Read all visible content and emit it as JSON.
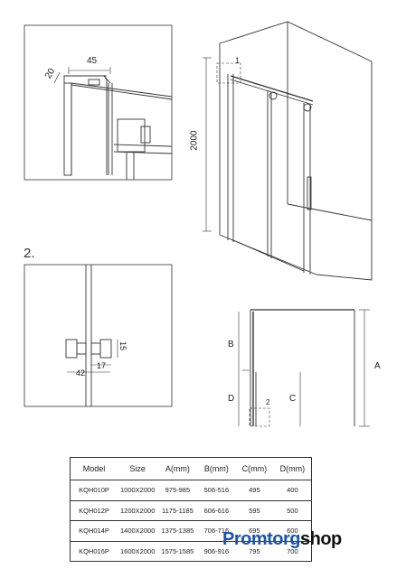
{
  "detail1": {
    "dim_width": "45",
    "dim_depth": "20"
  },
  "main": {
    "height_dim": "2000",
    "callout": "1"
  },
  "step2": {
    "label": "2.",
    "dim_height": "15",
    "dim_offset": "17",
    "dim_distance": "42"
  },
  "plan": {
    "labels": {
      "a": "A",
      "b": "B",
      "c": "C",
      "d": "D",
      "callout": "2"
    }
  },
  "spec_table": {
    "headers": [
      "Model",
      "Size",
      "A(mm)",
      "B(mm)",
      "C(mm)",
      "D(mm)"
    ],
    "rows": [
      [
        "KQH010P",
        "1000X2000",
        "975-985",
        "506-516",
        "495",
        "400"
      ],
      [
        "KQH012P",
        "1200X2000",
        "1175-1185",
        "606-616",
        "595",
        "500"
      ],
      [
        "KQH014P",
        "1400X2000",
        "1375-1385",
        "706-716",
        "695",
        "600"
      ],
      [
        "KQH016P",
        "1600X2000",
        "1575-1585",
        "906-916",
        "795",
        "700"
      ]
    ]
  },
  "logo": {
    "brand": "Promtorg",
    "suffix": "shop"
  },
  "colors": {
    "line": "#333333",
    "brand_blue": "#1a55a8"
  }
}
